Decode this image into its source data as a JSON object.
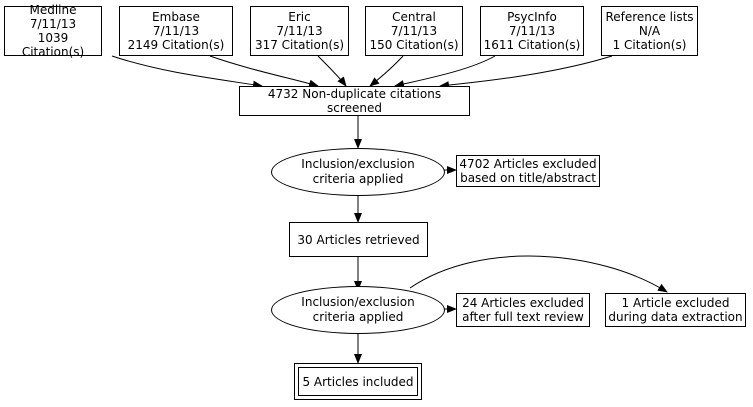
{
  "sources": [
    {
      "name": "Medline",
      "date": "7/11/13",
      "count": "1039 Citation(s)"
    },
    {
      "name": "Embase",
      "date": "7/11/13",
      "count": "2149 Citation(s)"
    },
    {
      "name": "Eric",
      "date": "7/11/13",
      "count": "317 Citation(s)"
    },
    {
      "name": "Central",
      "date": "7/11/13",
      "count": "150 Citation(s)"
    },
    {
      "name": "PsycInfo",
      "date": "7/11/13",
      "count": "1611 Citation(s)"
    },
    {
      "name": "Reference lists",
      "date": "N/A",
      "count": "1 Citation(s)"
    }
  ],
  "screened": "4732 Non-duplicate citations screened",
  "criteria1": {
    "line1": "Inclusion/exclusion",
    "line2": "criteria applied"
  },
  "excluded1": {
    "line1": "4702 Articles excluded",
    "line2": "based on title/abstract"
  },
  "retrieved": "30 Articles retrieved",
  "criteria2": {
    "line1": "Inclusion/exclusion",
    "line2": "criteria applied"
  },
  "excluded2": {
    "line1": "24 Articles excluded",
    "line2": "after full text review"
  },
  "excluded3": {
    "line1": "1 Article excluded",
    "line2": "during data extraction"
  },
  "included": "5 Articles included"
}
